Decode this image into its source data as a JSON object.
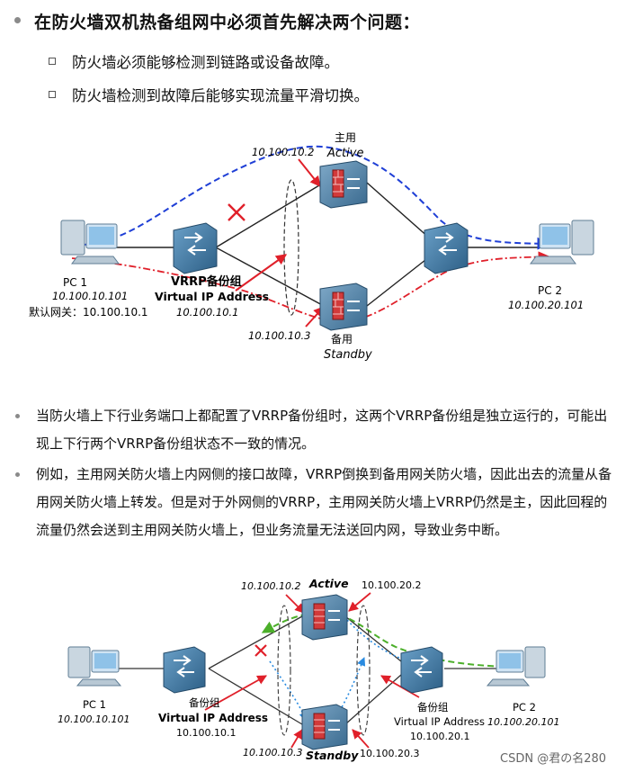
{
  "title": "在防火墙双机热备组网中必须首先解决两个问题：",
  "sub_items": [
    "防火墙必须能够检测到链路或设备故障。",
    "防火墙检测到故障后能够实现流量平滑切换。"
  ],
  "diagram1": {
    "pc1": {
      "name": "PC 1",
      "ip": "10.100.10.101",
      "gateway": "默认网关：10.100.10.1"
    },
    "pc2": {
      "name": "PC 2",
      "ip": "10.100.20.101"
    },
    "active": {
      "cn": "主用",
      "en": "Active",
      "ip": "10.100.10.2"
    },
    "standby": {
      "cn": "备用",
      "en": "Standby",
      "ip": "10.100.10.3"
    },
    "vrrp": {
      "label1": "VRRP备份组",
      "label2": "Virtual IP Address",
      "vip": "10.100.10.1"
    },
    "colors": {
      "blue": "#1f3fd6",
      "red": "#e0202a"
    }
  },
  "paragraphs": [
    "当防火墙上下行业务端口上都配置了VRRP备份组时，这两个VRRP备份组是独立运行的，可能出现上下行两个VRRP备份组状态不一致的情况。",
    "例如，主用网关防火墙上内网侧的接口故障，VRRP倒换到备用网关防火墙，因此出去的流量从备用网关防火墙上转发。但是对于外网侧的VRRP，主用网关防火墙上VRRP仍然是主，因此回程的流量仍然会送到主用网关防火墙上，但业务流量无法送回内网，导致业务中断。"
  ],
  "diagram2": {
    "pc1": {
      "name": "PC 1",
      "ip": "10.100.10.101"
    },
    "pc2": {
      "name": "PC 2",
      "ip": "10.100.20.101"
    },
    "active": {
      "en": "Active",
      "ip_left": "10.100.10.2",
      "ip_right": "10.100.20.2"
    },
    "standby": {
      "en": "Standby",
      "ip_left": "10.100.10.3",
      "ip_right": "10.100.20.3"
    },
    "left_group": {
      "label1": "备份组",
      "label2": "Virtual IP Address",
      "vip": "10.100.10.1"
    },
    "right_group": {
      "label1": "备份组",
      "label2": "Virtual IP Address",
      "vip": "10.100.20.1"
    },
    "colors": {
      "green": "#4caf2a",
      "dotted_blue": "#2a8be0",
      "red": "#e0202a"
    }
  },
  "watermark": "CSDN @君の名280"
}
